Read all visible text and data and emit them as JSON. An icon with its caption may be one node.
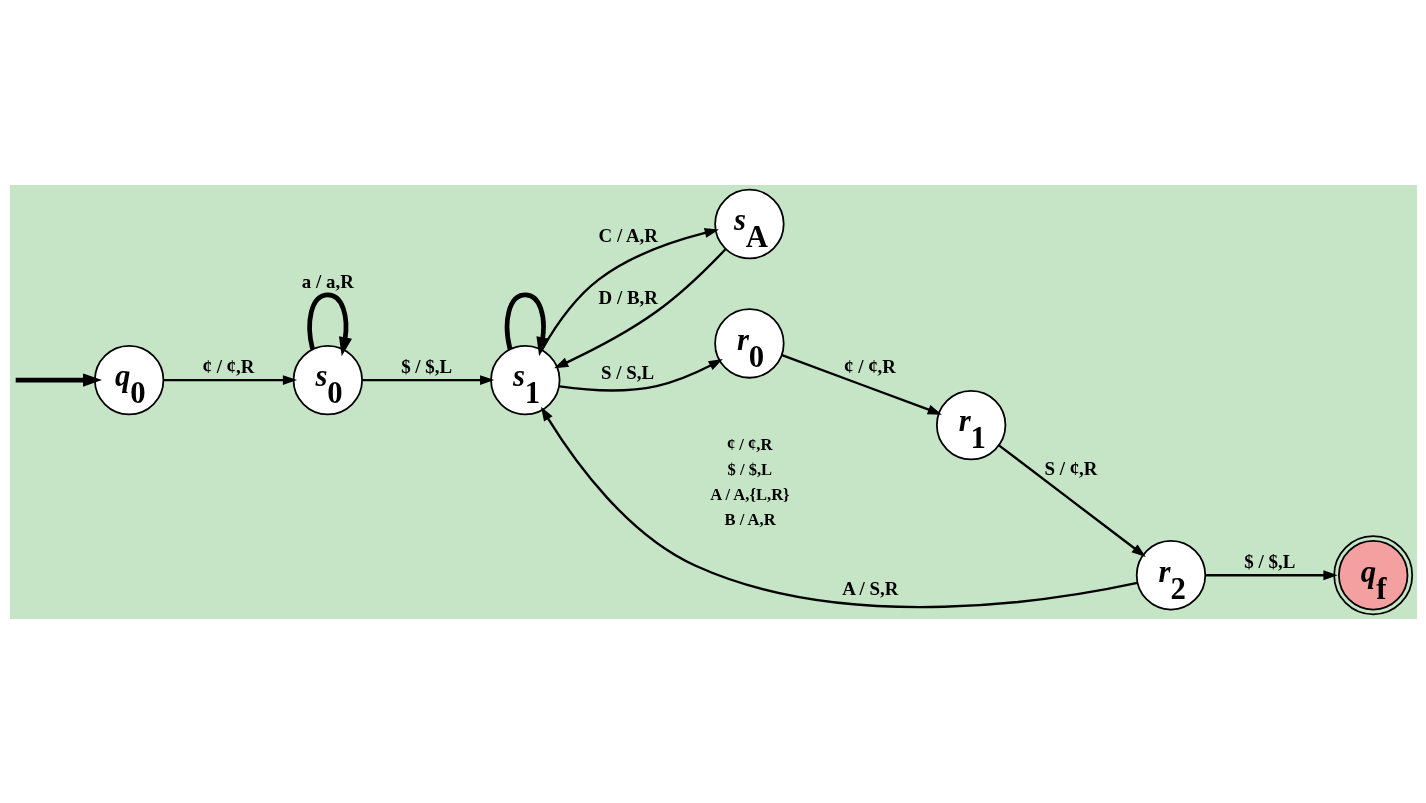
{
  "diagram": {
    "nodes": [
      {
        "text": [
          "*q*$_{0}$"
        ]
      },
      {
        "text": [
          "*s*$_{0}$"
        ]
      },
      {
        "text": [
          "*r*$_{0}$"
        ]
      },
      {
        "text": [
          "*r*$_{1}$"
        ]
      },
      {
        "text": [
          "*s*$_{A}$"
        ]
      },
      {
        "text": [
          "*s*$_{1}$"
        ]
      },
      {
        "text": [
          "*r*$_{2}$"
        ]
      },
      {
        "text": [
          "*q*$_{f}$"
        ]
      }
    ],
    "edges": [
      {
        "from": null,
        "to": 0,
        "arrow": "to",
        "style": "thick"
      },
      {
        "from": 0,
        "to": 1,
        "arrow": "to",
        "label": "¢ / ¢,R"
      },
      {
        "from": 1,
        "to": 1,
        "arrow": "to",
        "label": "a / a,R",
        "style": "thick"
      },
      {
        "from": 1,
        "to": 5,
        "arrow": "to",
        "label": "$ / $,L"
      },
      {
        "from": 5,
        "to": 2,
        "arrow": "to",
        "label": "S / S,L"
      },
      {
        "from": 2,
        "to": 3,
        "arrow": "to",
        "label": "¢ / ¢,R"
      },
      {
        "from": 3,
        "to": 6,
        "arrow": "to",
        "label": "S / ¢,R"
      },
      {
        "from": 6,
        "to": 5,
        "arrow": "to",
        "label": "A / S,R"
      },
      {
        "from": 5,
        "to": 4,
        "arrow": "to",
        "label": "C / A,R"
      },
      {
        "from": 4,
        "to": 5,
        "arrow": "to",
        "label": "D / B,R"
      },
      {
        "from": 5,
        "to": 5,
        "arrow": "to",
        "style": "thick"
      },
      {
        "from": 6,
        "to": 7,
        "arrow": "to",
        "label": "$ / $,L"
      }
    ],
    "labels": [
      "¢ / ¢,R",
      "$ / $,L",
      "A / A,{L,R}",
      "B / A,R"
    ]
  }
}
